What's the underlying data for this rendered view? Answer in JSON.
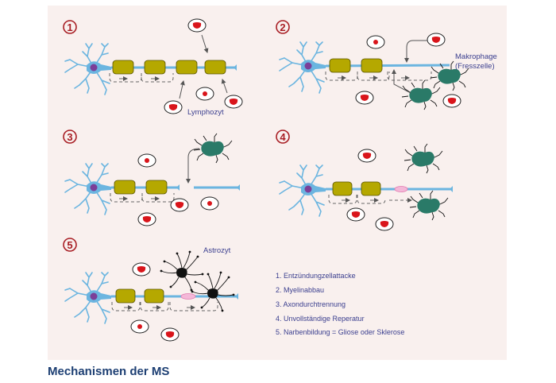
{
  "figure": {
    "caption": "Mechanismen der MS",
    "panels": [
      {
        "number": "1",
        "labels": [
          "Lymphozyt"
        ]
      },
      {
        "number": "2",
        "labels": [
          "Makrophage",
          "(Fresszelle)"
        ]
      },
      {
        "number": "3",
        "labels": []
      },
      {
        "number": "4",
        "labels": []
      },
      {
        "number": "5",
        "labels": [
          "Astrozyt"
        ]
      }
    ],
    "legend": [
      "1. Entzündungzellattacke",
      "2. Myelinabbau",
      "3. Axondurchtrennung",
      "4. Unvollständige Reperatur",
      "5. Narbenbildung = Gliose oder Sklerose"
    ],
    "colors": {
      "background": "#f9f0ee",
      "neuron": "#6bb5e0",
      "nucleus": "#7b3f98",
      "myelin": "#b5a800",
      "lymphocyte": "#d9151b",
      "macrophage": "#2a7a68",
      "astrocyte": "#111111",
      "number_ring": "#a81e24",
      "label_text": "#3b3f8f",
      "caption": "#1d3f73"
    }
  }
}
